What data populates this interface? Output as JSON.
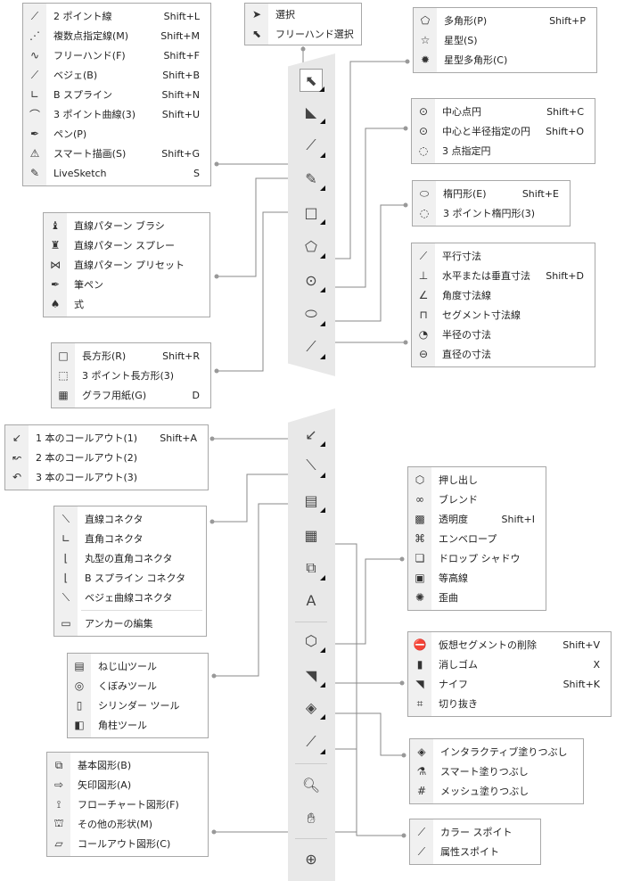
{
  "menus": [
    {
      "id": "m-curves",
      "name": "curve-tools-flyout",
      "items": [
        {
          "icon": "2-point-line-icon",
          "label": "2 ポイント線",
          "shortcut": "Shift+L"
        },
        {
          "icon": "polyline-icon",
          "label": "複数点指定線(M)",
          "shortcut": "Shift+M"
        },
        {
          "icon": "freehand-icon",
          "label": "フリーハンド(F)",
          "shortcut": "Shift+F"
        },
        {
          "icon": "bezier-icon",
          "label": "ベジェ(B)",
          "shortcut": "Shift+B"
        },
        {
          "icon": "b-spline-icon",
          "label": "B スプライン",
          "shortcut": "Shift+N"
        },
        {
          "icon": "3-point-curve-icon",
          "label": "3 ポイント曲線(3)",
          "shortcut": "Shift+U"
        },
        {
          "icon": "pen-icon",
          "label": "ペン(P)",
          "shortcut": ""
        },
        {
          "icon": "smart-drawing-icon",
          "label": "スマート描画(S)",
          "shortcut": "Shift+G"
        },
        {
          "icon": "livesketch-icon",
          "label": "LiveSketch",
          "shortcut": "S"
        }
      ]
    },
    {
      "id": "m-select",
      "name": "select-tools-flyout",
      "items": [
        {
          "icon": "pick-arrow-icon",
          "label": "選択",
          "shortcut": ""
        },
        {
          "icon": "freehand-pick-icon",
          "label": "フリーハンド選択",
          "shortcut": ""
        }
      ]
    },
    {
      "id": "m-polygon",
      "name": "polygon-tools-flyout",
      "items": [
        {
          "icon": "polygon-icon",
          "label": "多角形(P)",
          "shortcut": "Shift+P"
        },
        {
          "icon": "star-icon",
          "label": "星型(S)",
          "shortcut": ""
        },
        {
          "icon": "complex-star-icon",
          "label": "星型多角形(C)",
          "shortcut": ""
        }
      ]
    },
    {
      "id": "m-circle",
      "name": "circle-tools-flyout",
      "items": [
        {
          "icon": "center-circle-icon",
          "label": "中心点円",
          "shortcut": "Shift+C"
        },
        {
          "icon": "radius-circle-icon",
          "label": "中心と半径指定の円",
          "shortcut": "Shift+O"
        },
        {
          "icon": "3-point-circle-icon",
          "label": "3 点指定円",
          "shortcut": ""
        }
      ]
    },
    {
      "id": "m-ellipse",
      "name": "ellipse-tools-flyout",
      "items": [
        {
          "icon": "ellipse-icon",
          "label": "楕円形(E)",
          "shortcut": "Shift+E"
        },
        {
          "icon": "3-point-ellipse-icon",
          "label": "3 ポイント楕円形(3)",
          "shortcut": ""
        }
      ]
    },
    {
      "id": "m-dimension",
      "name": "dimension-tools-flyout",
      "items": [
        {
          "icon": "parallel-dimension-icon",
          "label": "平行寸法",
          "shortcut": ""
        },
        {
          "icon": "hv-dimension-icon",
          "label": "水平または垂直寸法",
          "shortcut": "Shift+D"
        },
        {
          "icon": "angular-dimension-icon",
          "label": "角度寸法線",
          "shortcut": ""
        },
        {
          "icon": "segment-dimension-icon",
          "label": "セグメント寸法線",
          "shortcut": ""
        },
        {
          "icon": "radius-dimension-icon",
          "label": "半径の寸法",
          "shortcut": ""
        },
        {
          "icon": "diameter-dimension-icon",
          "label": "直径の寸法",
          "shortcut": ""
        }
      ]
    },
    {
      "id": "m-artistic",
      "name": "artistic-media-flyout",
      "items": [
        {
          "icon": "line-pattern-brush-icon",
          "label": "直線パターン ブラシ",
          "shortcut": ""
        },
        {
          "icon": "line-pattern-spray-icon",
          "label": "直線パターン スプレー",
          "shortcut": ""
        },
        {
          "icon": "line-pattern-preset-icon",
          "label": "直線パターン プリセット",
          "shortcut": ""
        },
        {
          "icon": "calligraphy-pen-icon",
          "label": "筆ペン",
          "shortcut": ""
        },
        {
          "icon": "expression-icon",
          "label": "式",
          "shortcut": ""
        }
      ]
    },
    {
      "id": "m-rect",
      "name": "rectangle-tools-flyout",
      "items": [
        {
          "icon": "rectangle-icon",
          "label": "長方形(R)",
          "shortcut": "Shift+R"
        },
        {
          "icon": "3-point-rectangle-icon",
          "label": "3 ポイント長方形(3)",
          "shortcut": ""
        },
        {
          "icon": "graph-paper-icon",
          "label": "グラフ用紙(G)",
          "shortcut": "D"
        }
      ]
    },
    {
      "id": "m-callout",
      "name": "callout-tools-flyout",
      "items": [
        {
          "icon": "1-segment-callout-icon",
          "label": "1 本のコールアウト(1)",
          "shortcut": "Shift+A"
        },
        {
          "icon": "2-segment-callout-icon",
          "label": "2 本のコールアウト(2)",
          "shortcut": ""
        },
        {
          "icon": "3-segment-callout-icon",
          "label": "3 本のコールアウト(3)",
          "shortcut": ""
        }
      ]
    },
    {
      "id": "m-connector",
      "name": "connector-tools-flyout",
      "items": [
        {
          "icon": "straight-connector-icon",
          "label": "直線コネクタ",
          "shortcut": ""
        },
        {
          "icon": "right-angle-connector-icon",
          "label": "直角コネクタ",
          "shortcut": ""
        },
        {
          "icon": "rounded-connector-icon",
          "label": "丸型の直角コネクタ",
          "shortcut": ""
        },
        {
          "icon": "b-spline-connector-icon",
          "label": "B スプライン コネクタ",
          "shortcut": ""
        },
        {
          "icon": "bezier-connector-icon",
          "label": "ベジェ曲線コネクタ",
          "shortcut": "",
          "sepAfter": true
        },
        {
          "icon": "edit-anchor-icon",
          "label": "アンカーの編集",
          "shortcut": ""
        }
      ]
    },
    {
      "id": "m-3d",
      "name": "3d-shape-tools-flyout",
      "items": [
        {
          "icon": "screw-icon",
          "label": "ねじ山ツール",
          "shortcut": ""
        },
        {
          "icon": "dent-icon",
          "label": "くぼみツール",
          "shortcut": ""
        },
        {
          "icon": "cylinder-icon",
          "label": "シリンダー ツール",
          "shortcut": ""
        },
        {
          "icon": "prism-icon",
          "label": "角柱ツール",
          "shortcut": ""
        }
      ]
    },
    {
      "id": "m-shapes",
      "name": "perfect-shapes-flyout",
      "items": [
        {
          "icon": "basic-shapes-icon",
          "label": "基本図形(B)",
          "shortcut": ""
        },
        {
          "icon": "arrow-shapes-icon",
          "label": "矢印図形(A)",
          "shortcut": ""
        },
        {
          "icon": "flowchart-shapes-icon",
          "label": "フローチャート図形(F)",
          "shortcut": ""
        },
        {
          "icon": "other-shapes-icon",
          "label": "その他の形状(M)",
          "shortcut": ""
        },
        {
          "icon": "callout-shapes-icon",
          "label": "コールアウト図形(C)",
          "shortcut": ""
        }
      ]
    },
    {
      "id": "m-effects",
      "name": "effects-tools-flyout",
      "items": [
        {
          "icon": "extrude-icon",
          "label": "押し出し",
          "shortcut": ""
        },
        {
          "icon": "blend-icon",
          "label": "ブレンド",
          "shortcut": ""
        },
        {
          "icon": "transparency-icon",
          "label": "透明度",
          "shortcut": "Shift+I"
        },
        {
          "icon": "envelope-icon",
          "label": "エンベロープ",
          "shortcut": ""
        },
        {
          "icon": "drop-shadow-icon",
          "label": "ドロップ シャドウ",
          "shortcut": ""
        },
        {
          "icon": "contour-icon",
          "label": "等高線",
          "shortcut": ""
        },
        {
          "icon": "distort-icon",
          "label": "歪曲",
          "shortcut": ""
        }
      ]
    },
    {
      "id": "m-eraser",
      "name": "crop-tools-flyout",
      "items": [
        {
          "icon": "virtual-segment-delete-icon",
          "label": "仮想セグメントの削除",
          "shortcut": "Shift+V"
        },
        {
          "icon": "eraser-icon",
          "label": "消しゴム",
          "shortcut": "X"
        },
        {
          "icon": "knife-icon",
          "label": "ナイフ",
          "shortcut": "Shift+K"
        },
        {
          "icon": "crop-icon",
          "label": "切り抜き",
          "shortcut": ""
        }
      ]
    },
    {
      "id": "m-fill",
      "name": "fill-tools-flyout",
      "items": [
        {
          "icon": "interactive-fill-icon",
          "label": "インタラクティブ塗りつぶし",
          "shortcut": ""
        },
        {
          "icon": "smart-fill-icon",
          "label": "スマート塗りつぶし",
          "shortcut": ""
        },
        {
          "icon": "mesh-fill-icon",
          "label": "メッシュ塗りつぶし",
          "shortcut": ""
        }
      ]
    },
    {
      "id": "m-eyedropper",
      "name": "eyedropper-tools-flyout",
      "items": [
        {
          "icon": "color-eyedropper-icon",
          "label": "カラー スポイト",
          "shortcut": ""
        },
        {
          "icon": "attributes-eyedropper-icon",
          "label": "属性スポイト",
          "shortcut": ""
        }
      ]
    }
  ],
  "toolbar_top": [
    "pick-tool-icon",
    "shape-tool-icon",
    "2-point-line-tool-icon",
    "artistic-media-tool-icon",
    "rectangle-tool-icon",
    "polygon-tool-icon",
    "circle-tool-icon",
    "ellipse-tool-icon",
    "dimension-tool-icon"
  ],
  "toolbar_bottom": [
    "callout-tool-icon",
    "connector-tool-icon",
    "3d-shape-tool-icon",
    "table-tool-icon",
    "perfect-shapes-tool-icon",
    "text-tool-icon",
    "effects-tool-icon",
    "crop-tool-icon",
    "fill-tool-icon",
    "eyedropper-tool-icon",
    "zoom-tool-icon",
    "pan-tool-icon",
    "add-tool-icon"
  ]
}
